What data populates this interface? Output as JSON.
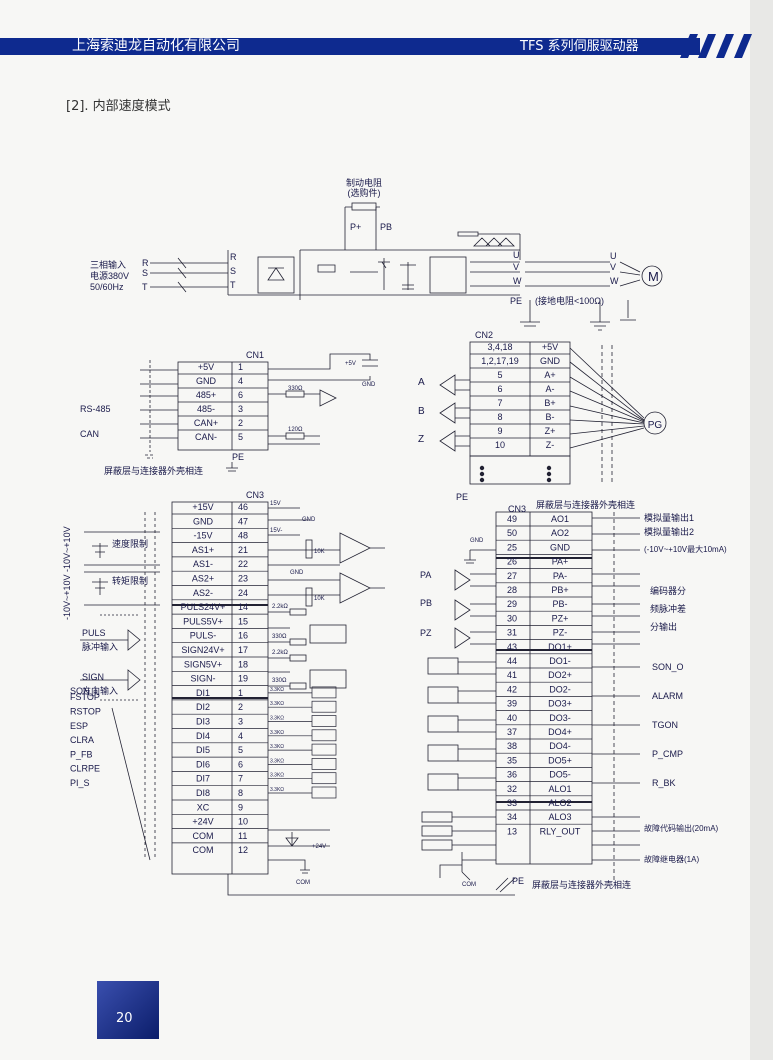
{
  "header": {
    "company": "上海索迪龙自动化有限公司",
    "product": "TFS 系列伺服驱动器"
  },
  "section_title": "[2]. 内部速度模式",
  "page_number": "20",
  "labels": {
    "brake_resistor": "制动电阻",
    "brake_optional": "(选购件)",
    "p_plus": "P+",
    "pb": "PB",
    "input_line1": "三相输入",
    "input_line2": "电源380V",
    "input_line3": "50/60Hz",
    "r": "R",
    "s": "S",
    "t": "T",
    "u": "U",
    "v": "V",
    "w": "W",
    "motor": "M",
    "pe": "PE",
    "ground_note": "(接地电阻<100Ω)",
    "cn1": "CN1",
    "cn2": "CN2",
    "cn3": "CN3",
    "rs485": "RS-485",
    "can": "CAN",
    "shield_note": "屏蔽层与连接器外壳相连",
    "plus5v_small": "+5V",
    "gnd_small": "GND",
    "res_330": "330Ω",
    "res_120": "120Ω",
    "res_22k": "2.2kΩ",
    "res_33k": "3.3KΩ",
    "plus24v": "+24V",
    "com": "COM",
    "pg": "PG",
    "ch_a": "A",
    "ch_b": "B",
    "ch_z": "Z",
    "pa": "PA",
    "pb2": "PB",
    "pz": "PZ",
    "speed_limit": "速度限制",
    "torque_limit": "转矩限制",
    "volt_range": "-10V~+10V  -10V~+10V",
    "puls": "PULS",
    "puls_in": "脉冲输入",
    "sign": "SIGN",
    "sign_in": "方向输入",
    "tenk": "10K",
    "fifteen_v": "15V",
    "minus15v": "15V-",
    "analog_out1": "模拟量输出1",
    "analog_out2": "模拟量输出2",
    "analog_range": "(-10V~+10V最大10mA)",
    "enc_div1": "编码器分",
    "enc_div2": "频脉冲差",
    "enc_div3": "分输出",
    "son_o": "SON_O",
    "alarm": "ALARM",
    "tgon": "TGON",
    "p_cmp": "P_CMP",
    "r_bk": "R_BK",
    "fault_code": "故障代码输出(20mA)",
    "fault_relay": "故障继电器(1A)"
  },
  "cn1": {
    "rows": [
      {
        "sig": "+5V",
        "pin": "1"
      },
      {
        "sig": "GND",
        "pin": "4"
      },
      {
        "sig": "485+",
        "pin": "6"
      },
      {
        "sig": "485-",
        "pin": "3"
      },
      {
        "sig": "CAN+",
        "pin": "2"
      },
      {
        "sig": "CAN-",
        "pin": "5"
      }
    ]
  },
  "cn2": {
    "rows": [
      {
        "pin": "3,4,18",
        "sig": "+5V"
      },
      {
        "pin": "1,2,17,19",
        "sig": "GND"
      },
      {
        "pin": "5",
        "sig": "A+"
      },
      {
        "pin": "6",
        "sig": "A-"
      },
      {
        "pin": "7",
        "sig": "B+"
      },
      {
        "pin": "8",
        "sig": "B-"
      },
      {
        "pin": "9",
        "sig": "Z+"
      },
      {
        "pin": "10",
        "sig": "Z-"
      }
    ]
  },
  "cn3_left": {
    "rows": [
      {
        "sig": "+15V",
        "pin": "46"
      },
      {
        "sig": "GND",
        "pin": "47"
      },
      {
        "sig": "-15V",
        "pin": "48"
      },
      {
        "sig": "AS1+",
        "pin": "21"
      },
      {
        "sig": "AS1-",
        "pin": "22"
      },
      {
        "sig": "AS2+",
        "pin": "23"
      },
      {
        "sig": "AS2-",
        "pin": "24"
      },
      {
        "sig": "PULS24V+",
        "pin": "14"
      },
      {
        "sig": "PULS5V+",
        "pin": "15"
      },
      {
        "sig": "PULS-",
        "pin": "16"
      },
      {
        "sig": "SIGN24V+",
        "pin": "17"
      },
      {
        "sig": "SIGN5V+",
        "pin": "18"
      },
      {
        "sig": "SIGN-",
        "pin": "19"
      },
      {
        "sig": "DI1",
        "pin": "1"
      },
      {
        "sig": "DI2",
        "pin": "2"
      },
      {
        "sig": "DI3",
        "pin": "3"
      },
      {
        "sig": "DI4",
        "pin": "4"
      },
      {
        "sig": "DI5",
        "pin": "5"
      },
      {
        "sig": "DI6",
        "pin": "6"
      },
      {
        "sig": "DI7",
        "pin": "7"
      },
      {
        "sig": "DI8",
        "pin": "8"
      },
      {
        "sig": "XC",
        "pin": "9"
      },
      {
        "sig": "+24V",
        "pin": "10"
      },
      {
        "sig": "COM",
        "pin": "11"
      },
      {
        "sig": "COM",
        "pin": "12"
      }
    ]
  },
  "di_labels": [
    "SON_I",
    "FSTOP",
    "RSTOP",
    "ESP",
    "CLRA",
    "P_FB",
    "CLRPE",
    "PI_S"
  ],
  "cn3_right": {
    "rows": [
      {
        "pin": "49",
        "sig": "AO1"
      },
      {
        "pin": "50",
        "sig": "AO2"
      },
      {
        "pin": "25",
        "sig": "GND"
      },
      {
        "pin": "26",
        "sig": "PA+"
      },
      {
        "pin": "27",
        "sig": "PA-"
      },
      {
        "pin": "28",
        "sig": "PB+"
      },
      {
        "pin": "29",
        "sig": "PB-"
      },
      {
        "pin": "30",
        "sig": "PZ+"
      },
      {
        "pin": "31",
        "sig": "PZ-"
      },
      {
        "pin": "43",
        "sig": "DO1+"
      },
      {
        "pin": "44",
        "sig": "DO1-"
      },
      {
        "pin": "41",
        "sig": "DO2+"
      },
      {
        "pin": "42",
        "sig": "DO2-"
      },
      {
        "pin": "39",
        "sig": "DO3+"
      },
      {
        "pin": "40",
        "sig": "DO3-"
      },
      {
        "pin": "37",
        "sig": "DO4+"
      },
      {
        "pin": "38",
        "sig": "DO4-"
      },
      {
        "pin": "35",
        "sig": "DO5+"
      },
      {
        "pin": "36",
        "sig": "DO5-"
      },
      {
        "pin": "32",
        "sig": "ALO1"
      },
      {
        "pin": "33",
        "sig": "ALO2"
      },
      {
        "pin": "34",
        "sig": "ALO3"
      },
      {
        "pin": "13",
        "sig": "RLY_OUT"
      }
    ]
  }
}
